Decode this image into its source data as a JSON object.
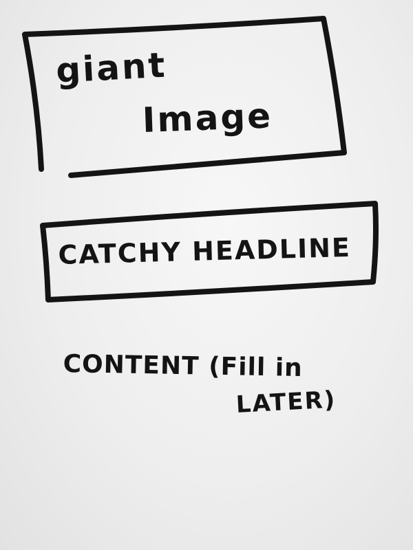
{
  "sketch": {
    "image_placeholder": {
      "line1": "giant",
      "line2": "Image"
    },
    "headline_placeholder": {
      "text": "CATCHY HEADLINE"
    },
    "content_placeholder": {
      "line1": "CONTENT (Fill in",
      "line2": "LATER)"
    },
    "colors": {
      "ink": "#141414",
      "paper": "#f2f2f2"
    }
  }
}
